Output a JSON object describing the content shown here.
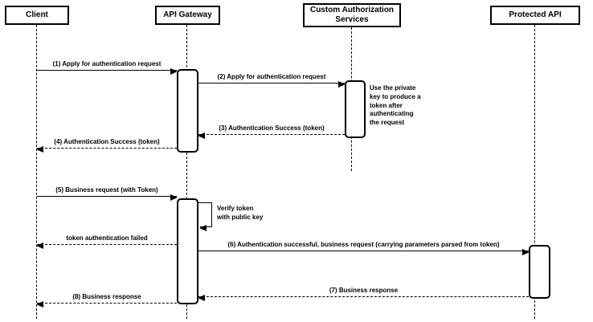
{
  "participants": [
    {
      "name": "Client"
    },
    {
      "name": "API Gateway"
    },
    {
      "name": "Custom Authorization\nServices"
    },
    {
      "name": "Protected API"
    }
  ],
  "messages": [
    {
      "label": "(1) Apply for authentication request",
      "type": "solid",
      "from": "Client",
      "to": "API Gateway"
    },
    {
      "label": "(2) Apply for authentication request",
      "type": "solid",
      "from": "API Gateway",
      "to": "Custom Authorization Services"
    },
    {
      "label": "(3) Authentication Success (token)",
      "type": "dashed",
      "from": "Custom Authorization Services",
      "to": "API Gateway"
    },
    {
      "label": "(4) Authentication Success (token)",
      "type": "dashed",
      "from": "API Gateway",
      "to": "Client"
    },
    {
      "label": "(5) Business request (with Token)",
      "type": "solid",
      "from": "Client",
      "to": "API Gateway"
    },
    {
      "label": "token authentication failed",
      "type": "dashed",
      "from": "API Gateway",
      "to": "Client"
    },
    {
      "label": "(6) Authentication successful, business request (carrying parameters parsed from token)",
      "type": "solid",
      "from": "API Gateway",
      "to": "Protected API"
    },
    {
      "label": "(7) Business response",
      "type": "dashed",
      "from": "Protected API",
      "to": "API Gateway"
    },
    {
      "label": "(8) Business response",
      "type": "dashed",
      "from": "API Gateway",
      "to": "Client"
    }
  ],
  "self_message": {
    "label": "Verify token\nwith public key",
    "on": "API Gateway"
  },
  "note": {
    "text": "Use the private\nkey to produce a\ntoken after\nauthenticating\nthe request"
  },
  "colors": {
    "stroke": "#000000",
    "fill": "#ffffff",
    "background": "#ffffff"
  }
}
